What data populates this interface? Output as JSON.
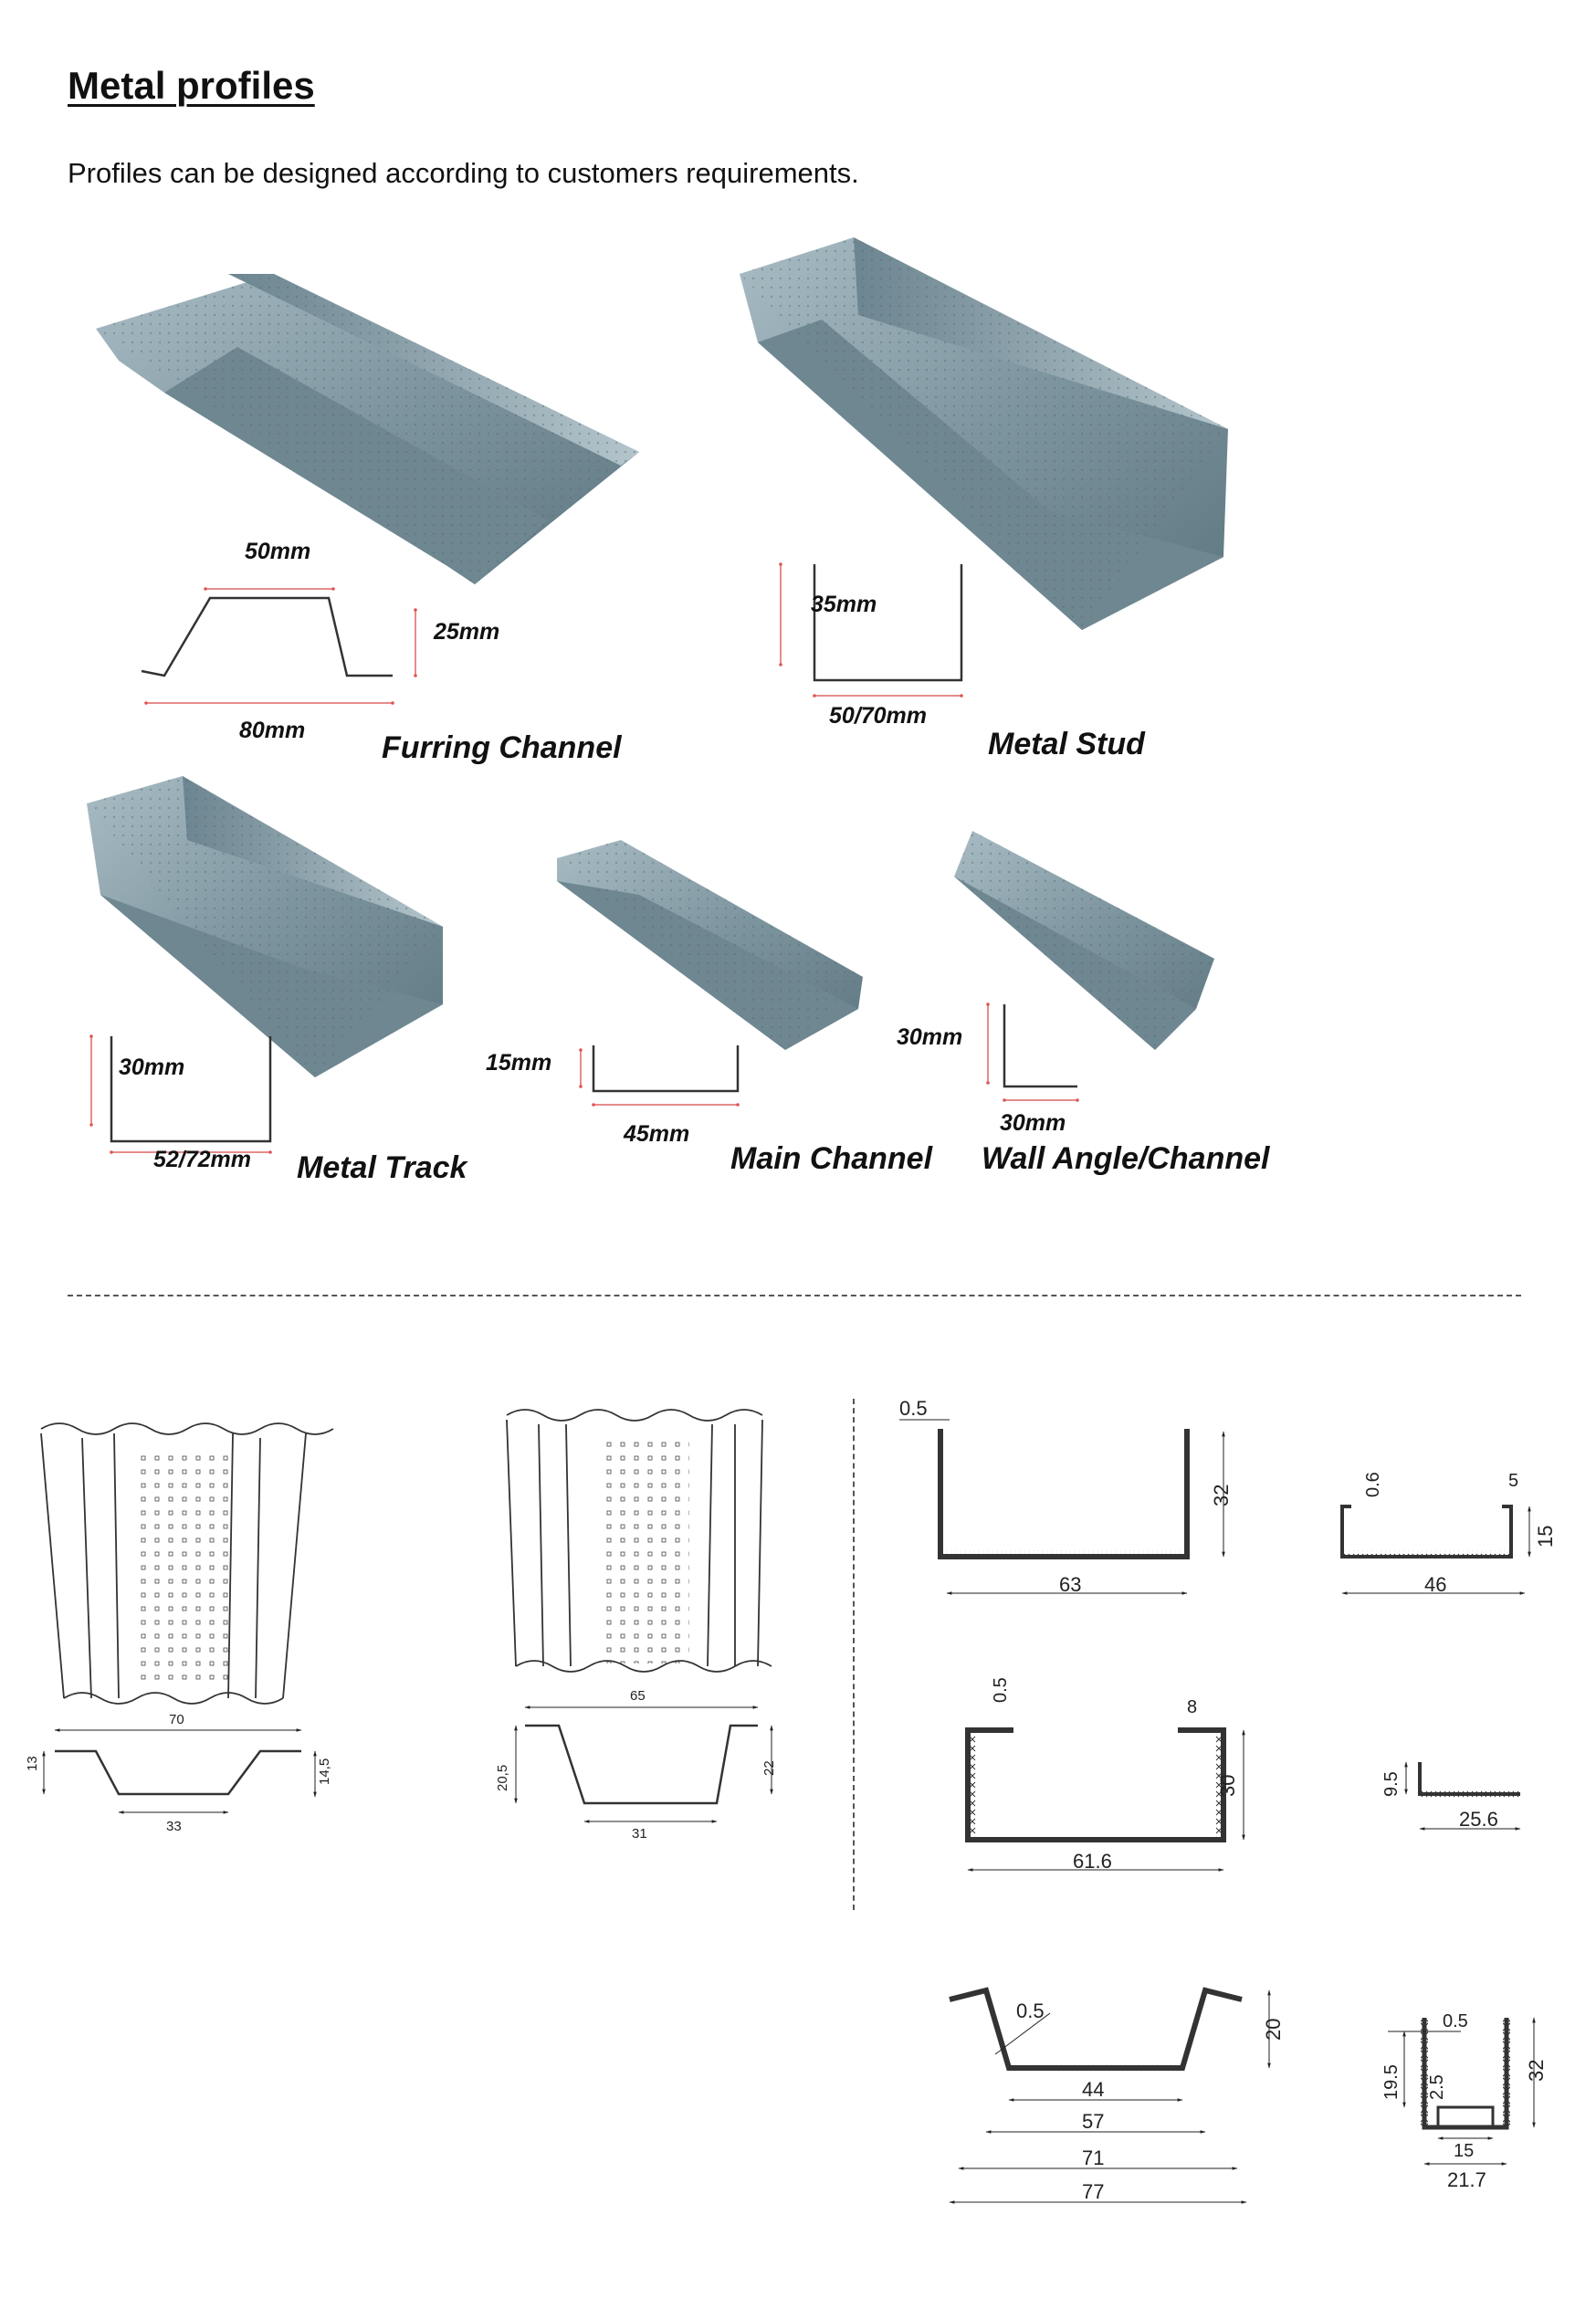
{
  "header": {
    "title": "Metal profiles",
    "subtitle": "Profiles can be designed according to customers requirements."
  },
  "photos": {
    "furring": {
      "name": "Furring Channel",
      "dim_top": "50mm",
      "dim_side": "25mm",
      "dim_bottom": "80mm"
    },
    "stud": {
      "name": "Metal Stud",
      "dim_side": "35mm",
      "dim_bottom": "50/70mm"
    },
    "track": {
      "name": "Metal Track",
      "dim_side": "30mm",
      "dim_bottom": "52/72mm"
    },
    "main": {
      "name": "Main Channel",
      "dim_side": "15mm",
      "dim_bottom": "45mm"
    },
    "angle": {
      "name": "Wall Angle/Channel",
      "dim_side": "30mm",
      "dim_bottom": "30mm"
    }
  },
  "drawings": {
    "prof1": {
      "top": "70",
      "left": "13",
      "right": "14,5",
      "bottom": "33"
    },
    "prof2": {
      "top": "65",
      "left": "20,5",
      "right": "22",
      "bottom": "31"
    },
    "s1": {
      "t": "0.5",
      "h": "32",
      "w": "63"
    },
    "s2": {
      "t": "0.6",
      "lip": "5",
      "h": "15",
      "w": "46"
    },
    "s3": {
      "t": "0.5",
      "lip": "8",
      "h": "30",
      "w": "61.6"
    },
    "s4": {
      "h": "9.5",
      "w": "25.6"
    },
    "s5": {
      "t": "0.5",
      "h": "20",
      "w1": "44",
      "w2": "57",
      "w3": "71",
      "w4": "77"
    },
    "s6": {
      "t": "0.5",
      "h1": "19.5",
      "h2": "2.5",
      "h3": "32",
      "w1": "15",
      "w2": "21.7"
    }
  }
}
